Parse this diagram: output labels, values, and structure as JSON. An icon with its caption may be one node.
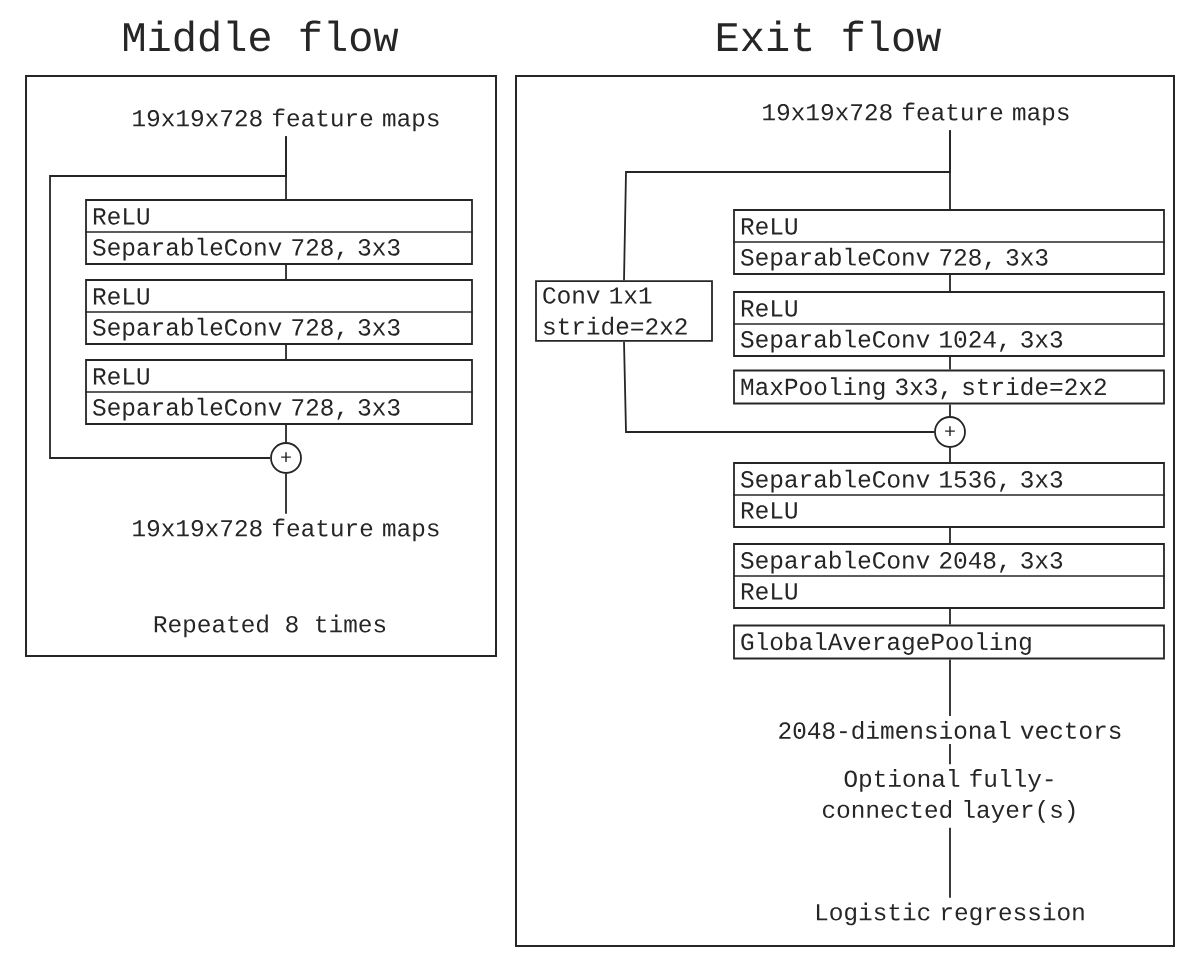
{
  "diagram": {
    "nodes": [
      {
        "text": [
          "Middle flow",
          "Repeated 8 times"
        ]
      },
      {
        "text": [
          "19x19x728 feature maps"
        ],
        "in": 0
      },
      {
        "text": [
          "ReLU",
          "SeparableConv 728, 3x3"
        ],
        "in": 0
      },
      {
        "text": [
          "ReLU",
          "SeparableConv 728, 3x3"
        ],
        "in": 0
      },
      {
        "text": [
          "ReLU",
          "SeparableConv 728, 3x3"
        ],
        "in": 0
      },
      {
        "text": [
          "+"
        ],
        "in": 0
      },
      {
        "text": [
          "19x19x728 feature maps"
        ],
        "in": 0
      },
      {
        "text": [
          "Exit flow"
        ]
      },
      {
        "text": [
          "19x19x728 feature maps"
        ],
        "in": 7
      },
      {
        "text": [
          "ReLU",
          "SeparableConv 728, 3x3"
        ],
        "in": 7
      },
      {
        "text": [
          "ReLU",
          "SeparableConv 1024, 3x3"
        ],
        "in": 7
      },
      {
        "text": [
          "MaxPooling 3x3, stride=2x2"
        ],
        "in": 7
      },
      {
        "text": [
          "Conv 1x1 stride=2x2"
        ],
        "in": 7
      },
      {
        "text": [
          "+"
        ],
        "in": 7
      },
      {
        "text": [
          "SeparableConv 1536, 3x3",
          "ReLU"
        ],
        "in": 7
      },
      {
        "text": [
          "SeparableConv 2048, 3x3",
          "ReLU"
        ],
        "in": 7
      },
      {
        "text": [
          "GlobalAveragePooling"
        ],
        "in": 7
      },
      {
        "text": [
          "2048-dimensional vectors"
        ],
        "in": 7
      },
      {
        "text": [
          "Optional fully-connected layer(s)"
        ],
        "in": 7
      },
      {
        "text": [
          "Logistic regression"
        ],
        "in": 7
      }
    ],
    "edges": [
      {
        "from": 1,
        "to": 2,
        "arrow": "none"
      },
      {
        "from": 1,
        "to": 5,
        "arrow": "none"
      },
      {
        "from": 2,
        "to": 3,
        "arrow": "none"
      },
      {
        "from": 3,
        "to": 4,
        "arrow": "none"
      },
      {
        "from": 4,
        "to": 5,
        "arrow": "none"
      },
      {
        "from": 5,
        "to": 6,
        "arrow": "none"
      },
      {
        "from": 8,
        "to": 9,
        "arrow": "none"
      },
      {
        "from": 8,
        "to": 12,
        "arrow": "none"
      },
      {
        "from": 9,
        "to": 10,
        "arrow": "none"
      },
      {
        "from": 10,
        "to": 11,
        "arrow": "none"
      },
      {
        "from": 11,
        "to": 13,
        "arrow": "none"
      },
      {
        "from": 12,
        "to": 13,
        "arrow": "none"
      },
      {
        "from": 13,
        "to": 14,
        "arrow": "none"
      },
      {
        "from": 14,
        "to": 15,
        "arrow": "none"
      },
      {
        "from": 15,
        "to": 16,
        "arrow": "none"
      },
      {
        "from": 16,
        "to": 17,
        "arrow": "none"
      },
      {
        "from": 17,
        "to": 18,
        "arrow": "none"
      },
      {
        "from": 18,
        "to": 19,
        "arrow": "none"
      }
    ]
  }
}
